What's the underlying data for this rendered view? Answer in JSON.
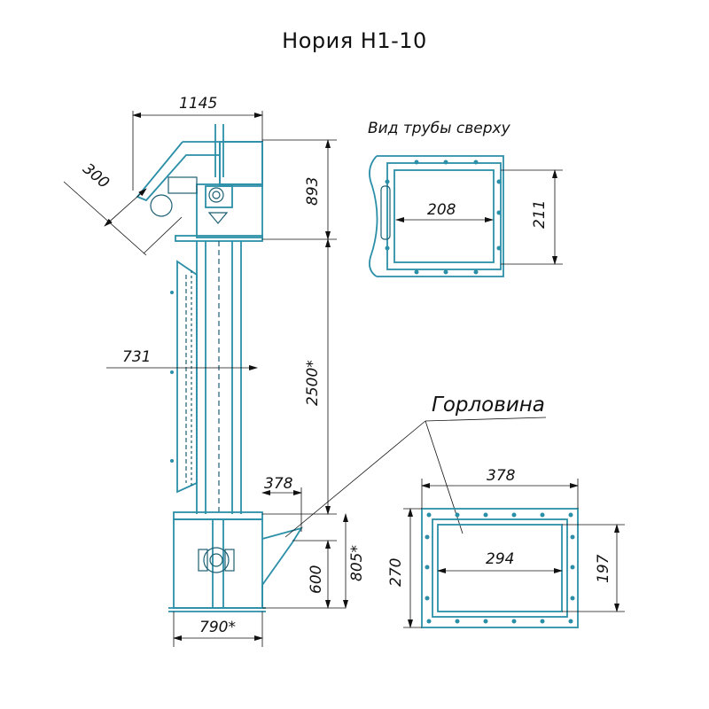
{
  "title": "Нория Н1-10",
  "colors": {
    "equipment": "#2b8fa8",
    "dimension": "#111111"
  },
  "labels": {
    "top_view": "Вид трубы сверху",
    "neck": "Горловина"
  },
  "dimensions": {
    "top_width": "1145",
    "head_diag": "300",
    "head_height": "893",
    "body_height": "2500*",
    "depth": "731",
    "outlet_width": "378",
    "base_width": "790*",
    "inlet_height": "600",
    "boot_height": "805*",
    "pipe_inner_w": "208",
    "pipe_outer_h": "211",
    "neck_outer_w": "378",
    "neck_inner_w": "294",
    "neck_outer_h": "270",
    "neck_inner_h": "197"
  }
}
